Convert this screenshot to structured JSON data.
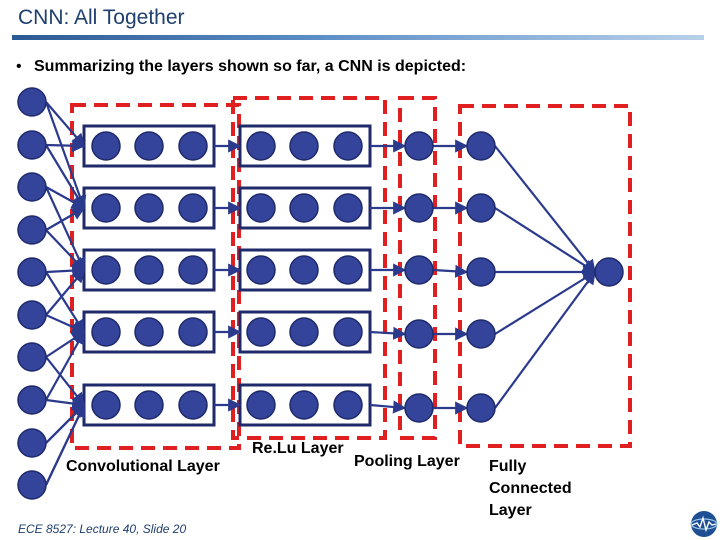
{
  "title": "CNN: All Together",
  "bullet": "Summarizing the layers shown so far, a CNN is depicted:",
  "labels": {
    "conv": "Convolutional Layer",
    "relu": "Re.Lu Layer",
    "pool": "Pooling Layer",
    "fc": "Fully\nConnected\nLayer"
  },
  "footer": "ECE 8527: Lecture 40, Slide 20",
  "colors": {
    "node_fill": "#33449a",
    "node_stroke": "#1f2a6b",
    "edge": "#2b3a8c",
    "dashed_box": "#e02020",
    "title": "#1f3f6e"
  },
  "icons": {
    "logo": "globe-logo-icon"
  }
}
